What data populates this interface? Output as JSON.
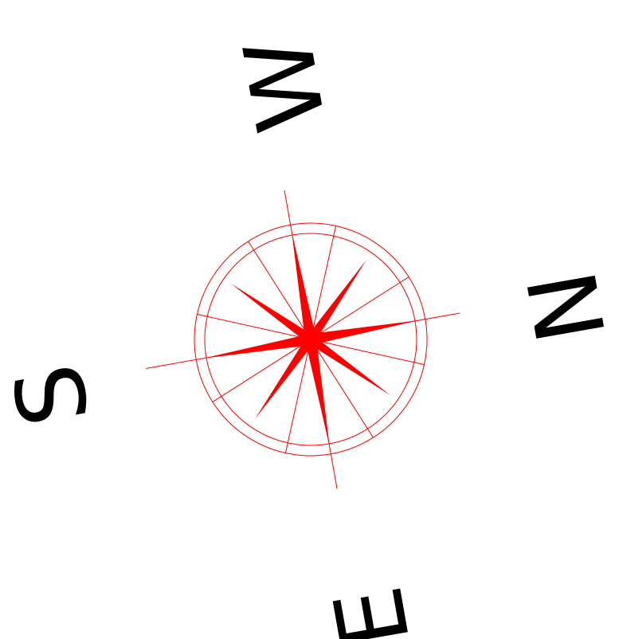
{
  "compass": {
    "labels": {
      "north": "N",
      "east": "E",
      "south": "S",
      "west": "W"
    },
    "rose_color": "#ff0000",
    "label_color": "#000000"
  }
}
